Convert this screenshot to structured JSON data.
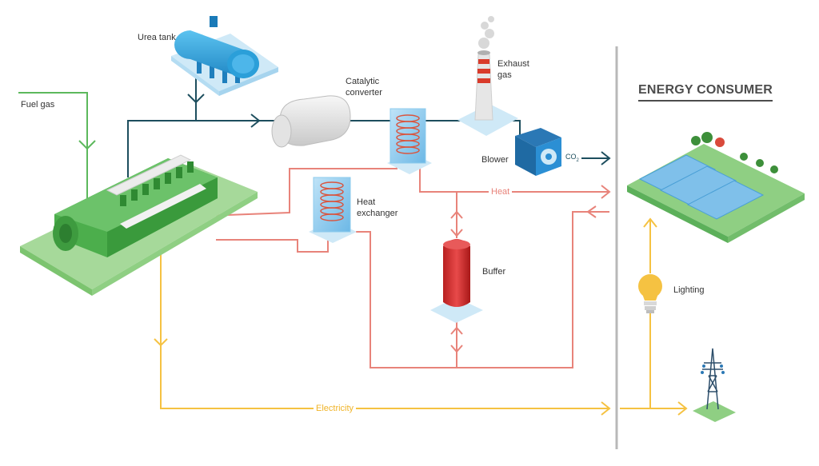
{
  "labels": {
    "fuel_gas": "Fuel gas",
    "urea_tank": "Urea tank",
    "catalytic_converter_line1": "Catalytic",
    "catalytic_converter_line2": "converter",
    "exhaust_gas_line1": "Exhaust",
    "exhaust_gas_line2": "gas",
    "blower": "Blower",
    "co2_main": "CO",
    "co2_sub": "2",
    "heat": "Heat",
    "heat_exchanger_line1": "Heat",
    "heat_exchanger_line2": "exchanger",
    "buffer": "Buffer",
    "electricity": "Electricity",
    "lighting": "Lighting"
  },
  "section_title": "ENERGY CONSUMER",
  "colors": {
    "fuel_line": "#5cb85c",
    "exhaust_line": "#1d4e5e",
    "heat_line": "#e8837a",
    "electricity_line": "#f5c242",
    "divider": "#b8b8b8",
    "engine": "#4cae4c",
    "urea_tank": "#2b9fd9",
    "buffer": "#d93636"
  },
  "icons": [
    "engine-icon",
    "urea-tank-icon",
    "catalytic-converter-icon",
    "chimney-icon",
    "blower-icon",
    "heat-exchanger-icon",
    "buffer-tank-icon",
    "greenhouse-icon",
    "light-bulb-icon",
    "power-pylon-icon"
  ]
}
